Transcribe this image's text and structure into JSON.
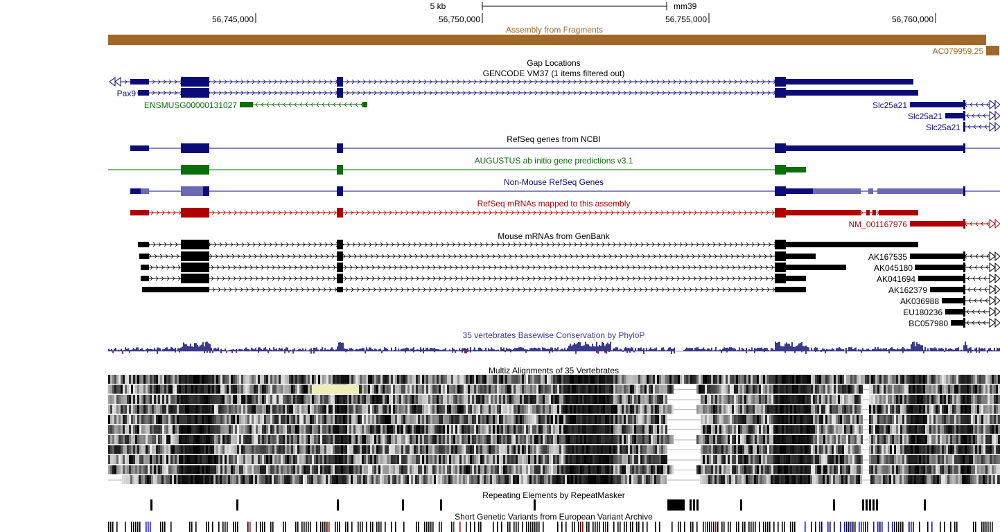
{
  "colors": {
    "assembly": "#a0692a",
    "gencode": "#0c0c78",
    "gencode_nc": "#0a6e0a",
    "refseq": "#0c0c78",
    "augustus": "#0a6e0a",
    "nonmouse": "#0c0c78",
    "nonmouse_light": "#6a6ab0",
    "refseq_mrna": "#b00000",
    "mrna": "#000000",
    "phylop": "#3a3a8c",
    "evav_blue": "#1010e0",
    "evav_red": "#b00000",
    "evav_green": "#0a6e0a"
  },
  "ruler": {
    "scale_label": "5 kb",
    "assembly_label": "mm39",
    "ticks": [
      {
        "label": "56,745,000",
        "pos": 56745000
      },
      {
        "label": "56,750,000",
        "pos": 56750000
      },
      {
        "label": "56,755,000",
        "pos": 56755000
      },
      {
        "label": "56,760,000",
        "pos": 56760000
      }
    ]
  },
  "tracks": {
    "assembly": {
      "title": "Assembly from Fragments",
      "item": "AC079959.25"
    },
    "gap": {
      "title": "Gap Locations"
    },
    "gencode": {
      "title": "GENCODE VM37 (1 items filtered out)",
      "labels": {
        "pax9": "Pax9",
        "nc": "ENSMUSG00000131027",
        "slc1": "Slc25a21",
        "slc2": "Slc25a21",
        "slc3": "Slc25a21"
      }
    },
    "refseq": {
      "title": "RefSeq genes from NCBI"
    },
    "augustus": {
      "title": "AUGUSTUS ab initio gene predictions v3.1"
    },
    "nonmouse": {
      "title": "Non-Mouse RefSeq Genes"
    },
    "refseq_mrna": {
      "title": "RefSeq mRNAs mapped to this assembly",
      "item": "NM_001167976"
    },
    "mrna": {
      "title": "Mouse mRNAs from GenBank",
      "items": [
        "AK167535",
        "AK045180",
        "AK041694",
        "AK162379",
        "AK036988",
        "EU180236",
        "BC057980"
      ]
    },
    "phylop": {
      "title": "35 vertebrates Basewise Conservation by PhyloP"
    },
    "multiz": {
      "title": "Multiz Alignments of 35 Vertebrates"
    },
    "rmsk": {
      "title": "Repeating Elements by RepeatMasker"
    },
    "evav": {
      "title": "Short Genetic Variants from European Variant Archive"
    }
  }
}
